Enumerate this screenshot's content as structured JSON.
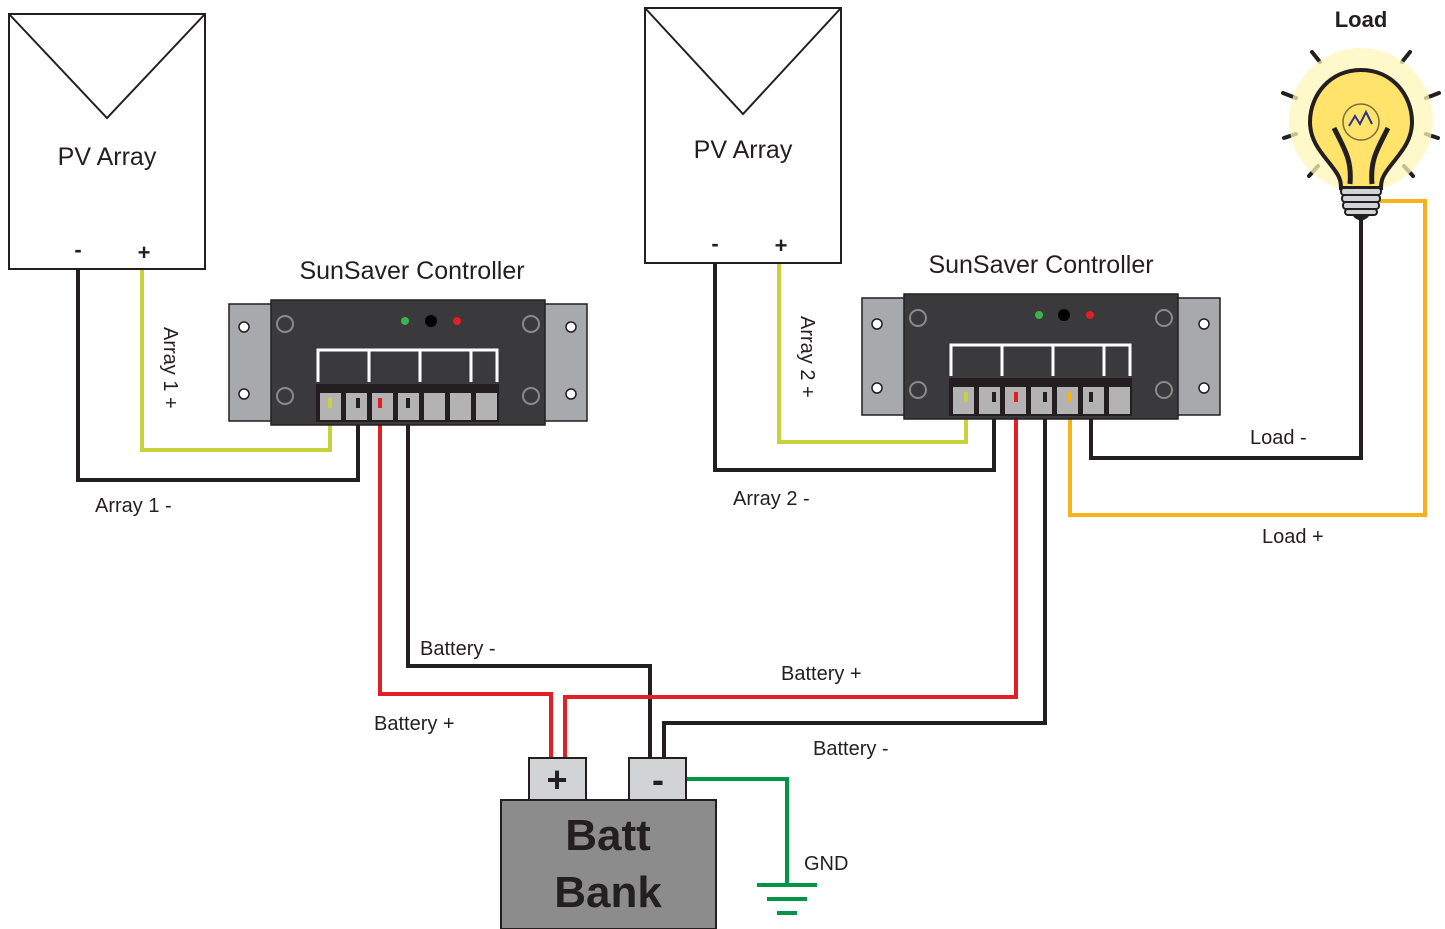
{
  "pv_left": {
    "title": "PV Array",
    "minus": "-",
    "plus": "+"
  },
  "pv_right": {
    "title": "PV Array",
    "minus": "-",
    "plus": "+"
  },
  "controller_left": {
    "title": "SunSaver Controller"
  },
  "controller_right": {
    "title": "SunSaver Controller"
  },
  "load": {
    "title": "Load"
  },
  "battery": {
    "line1": "Batt",
    "line2": "Bank",
    "plus": "+",
    "minus": "-"
  },
  "ground": {
    "label": "GND"
  },
  "wires": {
    "array1_plus": "Array 1 +",
    "array1_minus": "Array 1 -",
    "array2_plus": "Array 2 +",
    "array2_minus": "Array 2 -",
    "load_minus": "Load -",
    "load_plus": "Load +",
    "battery_minus_left": "Battery -",
    "battery_plus_left": "Battery +",
    "battery_plus_right": "Battery +",
    "battery_minus_right": "Battery -"
  },
  "colors": {
    "array_plus": "#c8d23c",
    "wire_black": "#231f20",
    "battery_plus": "#e31e24",
    "load_plus": "#f6b21b",
    "ground": "#009444",
    "controller_body": "#3a3a3c",
    "terminal": "#b3b3b3",
    "battery_body": "#8c8c8c"
  }
}
